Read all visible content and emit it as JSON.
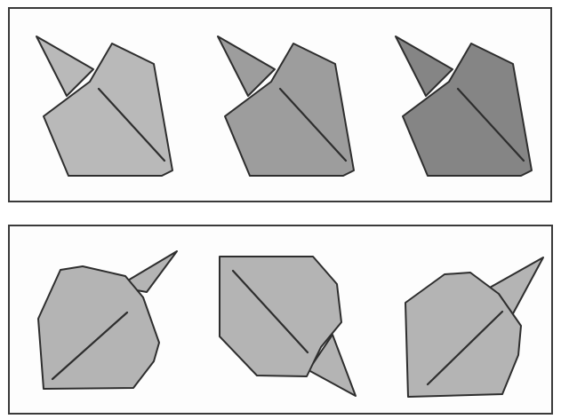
{
  "top_row": {
    "figures": [
      {
        "fill": "#b9b9b9",
        "variant": "shade-light"
      },
      {
        "fill": "#9d9d9d",
        "variant": "shade-medium"
      },
      {
        "fill": "#858585",
        "variant": "shade-dark"
      }
    ]
  },
  "bottom_row": {
    "figures": [
      {
        "fill": "#b4b4b4",
        "variant": "rotated-spike-upper-right"
      },
      {
        "fill": "#b4b4b4",
        "variant": "rotated-spike-lower-right"
      },
      {
        "fill": "#b4b4b4",
        "variant": "rotated-spike-upper-right-small"
      }
    ]
  },
  "colors": {
    "outline": "#2e2e2e",
    "panel_border": "#3a3a3a"
  }
}
